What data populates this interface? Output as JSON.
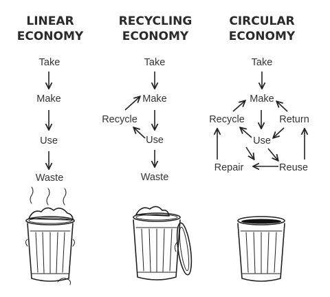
{
  "columns": [
    {
      "id": "linear",
      "title_line1": "LINEAR",
      "title_line2": "ECONOMY",
      "nodes": {
        "take": "Take",
        "make": "Make",
        "use": "Use",
        "waste": "Waste"
      },
      "bin": "overflowing-trash-can-icon"
    },
    {
      "id": "recycling",
      "title_line1": "RECYCLING",
      "title_line2": "ECONOMY",
      "nodes": {
        "take": "Take",
        "make": "Make",
        "recycle": "Recycle",
        "use": "Use",
        "waste": "Waste"
      },
      "bin": "half-full-trash-can-icon"
    },
    {
      "id": "circular",
      "title_line1": "CIRCULAR",
      "title_line2": "ECONOMY",
      "nodes": {
        "take": "Take",
        "make": "Make",
        "recycle": "Recycle",
        "return": "Return",
        "use": "Use",
        "repair": "Repair",
        "reuse": "Reuse"
      },
      "bin": "empty-trash-can-icon"
    }
  ]
}
